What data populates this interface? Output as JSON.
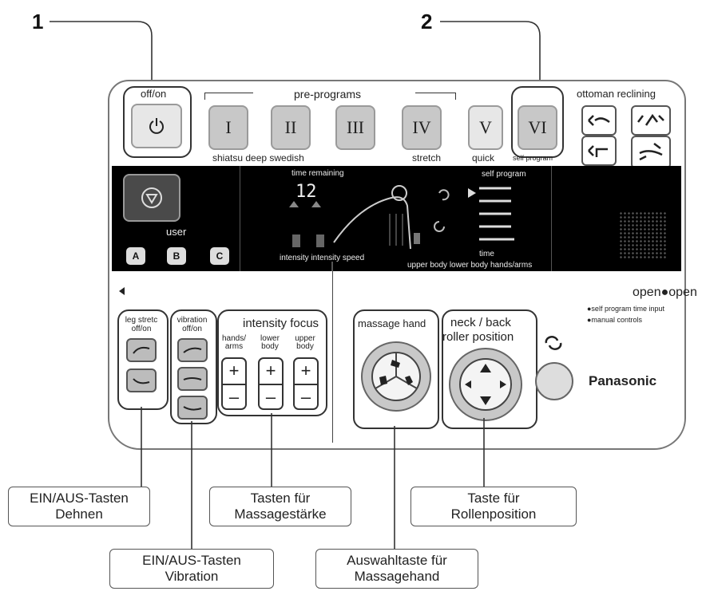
{
  "callouts": {
    "one": "1",
    "two": "2"
  },
  "panel": {
    "off_on": "off/on",
    "pre_programs": "pre-programs",
    "program_buttons": [
      "I",
      "II",
      "III",
      "IV",
      "V",
      "VI"
    ],
    "program_captions": {
      "shiatsu_deep_swedish": "shiatsu deep swedish",
      "stretch": "stretch",
      "quick": "quick",
      "self_program": "self program"
    },
    "ottoman_reclining": "ottoman reclining",
    "display": {
      "time_remaining": "time remaining",
      "time_value": "12",
      "self_program": "self program",
      "intensity_speed": "intensity intensity speed",
      "time": "time",
      "body_parts": "upper body lower body hands/arms"
    },
    "user": "user",
    "user_buttons": [
      "A",
      "B",
      "C"
    ],
    "open_open": "open●open",
    "self_program_time_input": "●self program time input",
    "manual_controls": "●manual controls",
    "leg_stretch": "leg stretc off/on",
    "vibration": "vibration off/on",
    "intensity_focus": "intensity focus",
    "focus_columns": [
      "hands/ arms",
      "lower body",
      "upper body"
    ],
    "plus": "+",
    "minus": "–",
    "massage_hand": "massage hand",
    "neck_back": "neck / back",
    "roller_position": "roller position",
    "brand": "Panasonic"
  },
  "labels": {
    "ein_aus_dehnen": [
      "EIN/AUS-Tasten",
      "Dehnen"
    ],
    "ein_aus_vibration": [
      "EIN/AUS-Tasten",
      "Vibration"
    ],
    "massagestaerke": [
      "Tasten für",
      "Massagestärke"
    ],
    "massagehand": [
      "Auswahltaste für",
      "Massagehand"
    ],
    "rollenposition": [
      "Taste für",
      "Rollenposition"
    ]
  },
  "colors": {
    "display_bg": "#000000",
    "button_gray": "#c8c8c8",
    "line": "#333333"
  }
}
